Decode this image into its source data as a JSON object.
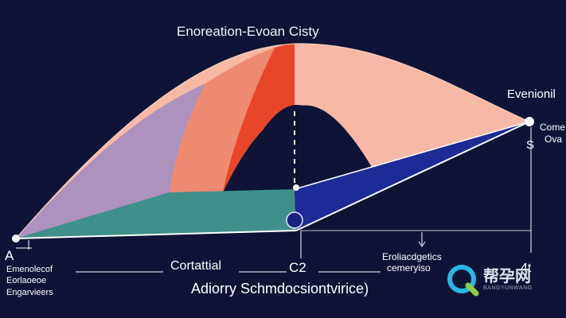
{
  "title": "Enoreation-Evoan Cisty",
  "right_label": "Evenionil",
  "right_small_1": "Come",
  "right_small_2": "Ova",
  "right_marker": "S",
  "left_marker": "A",
  "left_labels": [
    "Emenolecof",
    "Eorlaoeoe",
    "Engarvieers"
  ],
  "mid_label": "Cortattial",
  "center_label": "C2",
  "right_bottom_labels": [
    "Eroliacdgetics",
    "cemeryiso"
  ],
  "right_number": "4t",
  "footer": "Adiorry Schmdocsiontvirice)",
  "watermark": {
    "text": "帮孕网",
    "subtext": "BANGYUNWANG",
    "icon": "q-logo-icon"
  },
  "colors": {
    "background": "#0f1436",
    "peach": "#f7b9a6",
    "lavender": "#a98fbf",
    "salmon": "#ee8a70",
    "red": "#e84628",
    "teal": "#3f8f8b",
    "navy": "#1e2b96",
    "line": "#ffffff"
  }
}
